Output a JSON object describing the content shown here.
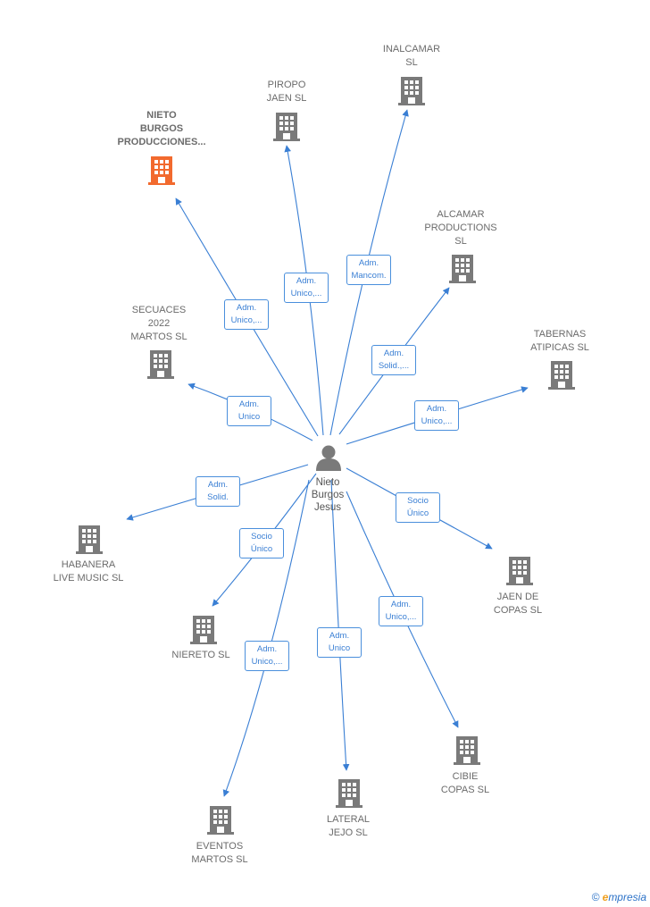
{
  "center": {
    "label": "Nieto\nBurgos\nJesus"
  },
  "colors": {
    "edge": "#3a7fd4",
    "building": "#7a7a7a",
    "highlight": "#f26a2e"
  },
  "nodes": [
    {
      "id": "nieto-burgos",
      "label": "NIETO\nBURGOS\nPRODUCCIONES...",
      "highlight": true,
      "edge_label": "Adm.\nUnico,..."
    },
    {
      "id": "piropo-jaen",
      "label": "PIROPO\nJAEN SL",
      "edge_label": "Adm.\nUnico,..."
    },
    {
      "id": "inalcamar",
      "label": "INALCAMAR\nSL",
      "edge_label": "Adm.\nMancom."
    },
    {
      "id": "alcamar",
      "label": "ALCAMAR\nPRODUCTIONS\nSL",
      "edge_label": "Adm.\nSolid.,..."
    },
    {
      "id": "tabernas",
      "label": "TABERNAS\nATIPICAS SL",
      "edge_label": "Adm.\nUnico,..."
    },
    {
      "id": "secuaces",
      "label": "SECUACES\n2022\nMARTOS SL",
      "edge_label": "Adm.\nUnico"
    },
    {
      "id": "habanera",
      "label": "HABANERA\nLIVE MUSIC SL",
      "edge_label": "Adm.\nSolid."
    },
    {
      "id": "jaen-copas",
      "label": "JAEN DE\nCOPAS SL",
      "edge_label": "Socio\nÚnico"
    },
    {
      "id": "niereto",
      "label": "NIERETO SL",
      "edge_label": "Socio\nÚnico"
    },
    {
      "id": "eventos",
      "label": "EVENTOS\nMARTOS SL",
      "edge_label": "Adm.\nUnico,..."
    },
    {
      "id": "lateral",
      "label": "LATERAL\nJEJO SL",
      "edge_label": "Adm.\nUnico"
    },
    {
      "id": "cibie",
      "label": "CIBIE\nCOPAS SL",
      "edge_label": "Adm.\nUnico,..."
    }
  ],
  "footer": {
    "copyright": "©",
    "brand_first": "e",
    "brand_rest": "mpresia"
  }
}
